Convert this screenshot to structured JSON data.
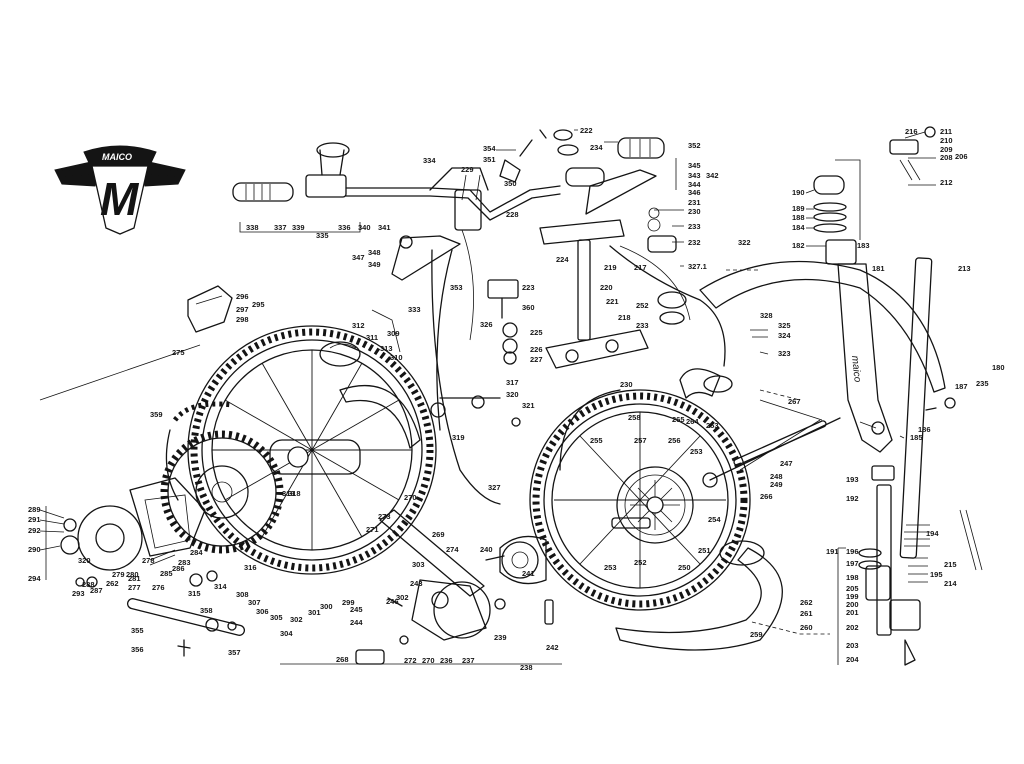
{
  "logo": {
    "brand_text": "MAICO",
    "letter": "M"
  },
  "fork_print": "maico",
  "leader_tick": "—",
  "parts": [
    "211",
    "210",
    "216",
    "209",
    "208",
    "206",
    "212",
    "222",
    "234",
    "352",
    "354",
    "351",
    "229",
    "350",
    "345",
    "343",
    "342",
    "344",
    "346",
    "231",
    "230",
    "233",
    "232",
    "327.1",
    "334",
    "338",
    "337",
    "339",
    "335",
    "336",
    "340",
    "341",
    "228",
    "348",
    "347",
    "349",
    "190",
    "189",
    "188",
    "184",
    "182",
    "183",
    "181",
    "213",
    "322",
    "224",
    "219",
    "217",
    "223",
    "360",
    "353",
    "333",
    "326",
    "220",
    "221",
    "218",
    "252",
    "233",
    "225",
    "226",
    "227",
    "325",
    "324",
    "323",
    "328",
    "296",
    "297",
    "298",
    "295",
    "312",
    "311",
    "313",
    "309",
    "310",
    "275",
    "317",
    "320",
    "321",
    "319",
    "180",
    "187",
    "235",
    "230",
    "258",
    "257",
    "256",
    "255",
    "265",
    "264",
    "263",
    "267",
    "186",
    "185",
    "359",
    "318",
    "253",
    "248",
    "249",
    "266",
    "247",
    "193",
    "192",
    "254",
    "251",
    "250",
    "253",
    "252",
    "289",
    "291",
    "292",
    "290",
    "294",
    "319",
    "327",
    "270",
    "269",
    "274",
    "271",
    "273",
    "240",
    "241",
    "320",
    "288",
    "293",
    "287",
    "262",
    "281",
    "279",
    "280",
    "277",
    "276",
    "278",
    "285",
    "286",
    "283",
    "284",
    "315",
    "314",
    "316",
    "308",
    "307",
    "306",
    "305",
    "304",
    "301",
    "302",
    "300",
    "299",
    "303",
    "302",
    "243",
    "245",
    "246",
    "244",
    "355",
    "356",
    "358",
    "357",
    "239",
    "242",
    "268",
    "272",
    "270",
    "236",
    "237",
    "238",
    "191",
    "196",
    "197",
    "198",
    "205",
    "199",
    "200",
    "201",
    "202",
    "203",
    "204",
    "194",
    "195",
    "215",
    "214",
    "262",
    "261",
    "260",
    "259"
  ]
}
